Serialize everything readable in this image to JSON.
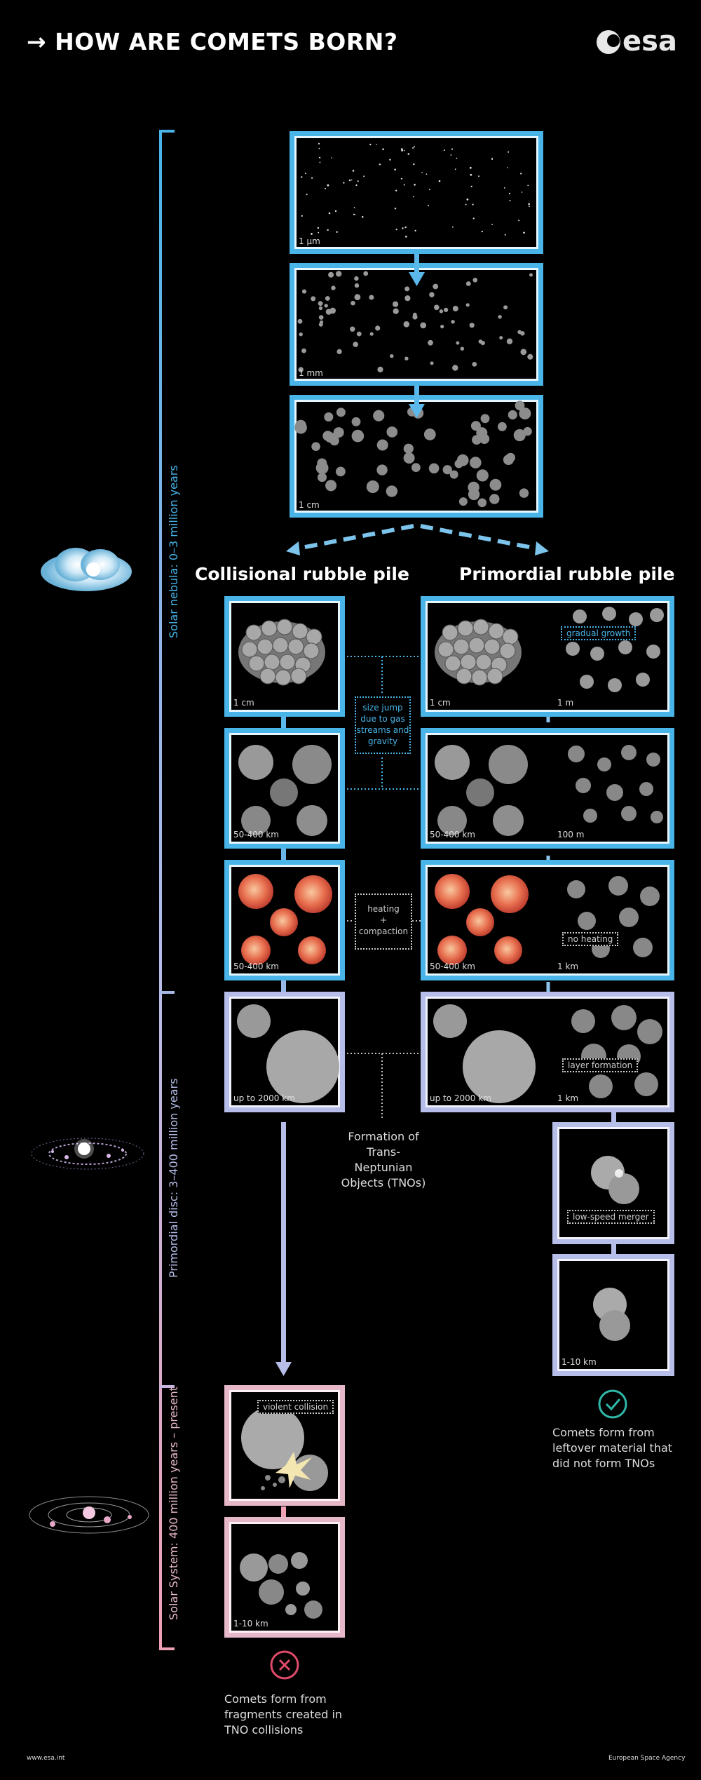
{
  "header": {
    "title": "HOW ARE COMETS BORN?",
    "logo_text": "esa",
    "arrow": "→"
  },
  "timeline": {
    "stages": [
      {
        "label": "Solar nebula: 0–3 million years",
        "color": "#48b4e8"
      },
      {
        "label": "Primordial disc: 3–400 million years",
        "color": "#b6bde8"
      },
      {
        "label": "Solar System: 400 million years – present",
        "color": "#e6b7c8"
      }
    ]
  },
  "top_panels": [
    {
      "label": "1 µm"
    },
    {
      "label": "1 mm"
    },
    {
      "label": "1 cm"
    }
  ],
  "columns": {
    "left": "Collisional rubble pile",
    "right": "Primordial rubble pile"
  },
  "left_panels": [
    {
      "label": "1 cm"
    },
    {
      "label": "50-400 km"
    },
    {
      "label": "50-400 km"
    },
    {
      "label": "up to 2000 km"
    },
    {
      "label": ""
    },
    {
      "label": "1-10 km"
    }
  ],
  "right_panels": [
    {
      "left_label": "1 cm",
      "right_label": "1 m"
    },
    {
      "left_label": "50-400 km",
      "right_label": "100 m"
    },
    {
      "left_label": "50-400 km",
      "right_label": "1 km"
    },
    {
      "left_label": "up to 2000 km",
      "right_label": "1 km"
    }
  ],
  "far_right_panels": [
    {
      "label": ""
    },
    {
      "label": "1-10 km"
    }
  ],
  "annotations": {
    "size_jump": [
      "size jump",
      "due to gas",
      "streams and",
      "gravity"
    ],
    "heating": [
      "heating",
      "+",
      "compaction"
    ],
    "gradual_growth": "gradual growth",
    "no_heating": "no heating",
    "layer_formation": "layer formation",
    "low_speed_merger": "low-speed merger",
    "violent_collision": "violent collision",
    "tno": [
      "Formation of",
      "Trans-Neptunian",
      "Objects (TNOs)"
    ]
  },
  "outcomes": {
    "right": {
      "icon": "check-icon",
      "color": "#2fb8a8",
      "lines": [
        "Comets form from",
        "leftover material that",
        "did not form TNOs"
      ]
    },
    "left": {
      "icon": "cross-icon",
      "color": "#e04a6a",
      "lines": [
        "Comets form from",
        "fragments created in",
        "TNO collisions"
      ]
    }
  },
  "footer": {
    "left": "www.esa.int",
    "right": "European Space Agency"
  },
  "colors": {
    "blue": "#48b4e8",
    "lavender": "#b6bde8",
    "pink": "#e6b7c8",
    "arrow_blue": "#5ab8ea"
  }
}
